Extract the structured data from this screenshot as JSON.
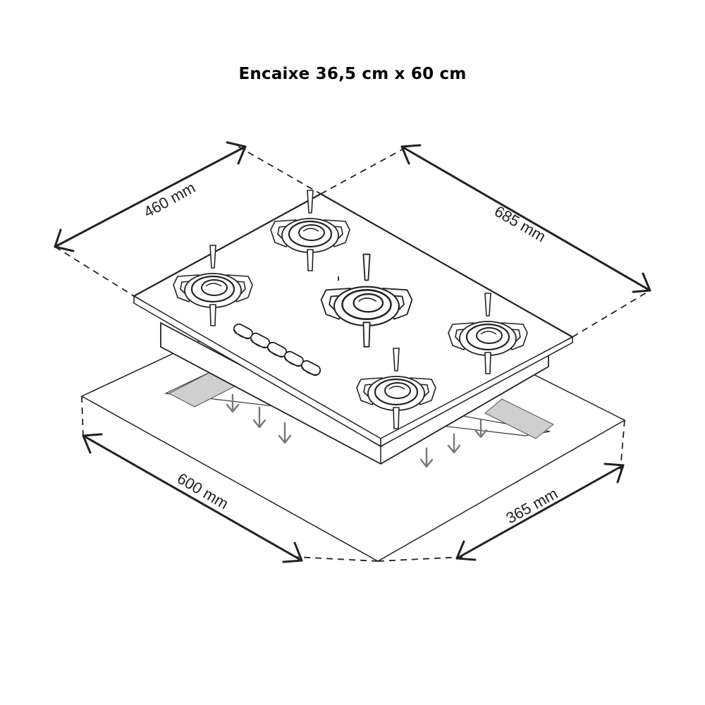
{
  "title": "Encaixe 36,5 cm x 60 cm",
  "dimensions": {
    "top_left": "460 mm",
    "top_right": "685 mm",
    "bottom_left": "600 mm",
    "bottom_right": "365 mm"
  },
  "burners": 5,
  "knobs": 5
}
